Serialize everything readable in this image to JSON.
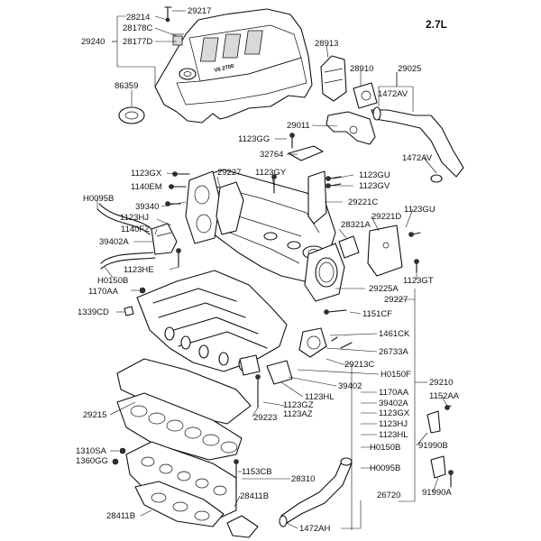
{
  "title": "2.7L",
  "cover_logo": "V6 2700",
  "labels": [
    {
      "id": "29217",
      "text": "29217"
    },
    {
      "id": "28214",
      "text": "28214"
    },
    {
      "id": "28178C",
      "text": "28178C"
    },
    {
      "id": "29240",
      "text": "29240"
    },
    {
      "id": "28177D",
      "text": "28177D"
    },
    {
      "id": "28913",
      "text": "28913"
    },
    {
      "id": "28910",
      "text": "28910"
    },
    {
      "id": "29025",
      "text": "29025"
    },
    {
      "id": "1472AV-top",
      "text": "1472AV"
    },
    {
      "id": "86359",
      "text": "86359"
    },
    {
      "id": "29011",
      "text": "29011"
    },
    {
      "id": "1123GG",
      "text": "1123GG"
    },
    {
      "id": "32764",
      "text": "32764"
    },
    {
      "id": "1472AV-right",
      "text": "1472AV"
    },
    {
      "id": "1123GX-top",
      "text": "1123GX"
    },
    {
      "id": "29227-top",
      "text": "29227"
    },
    {
      "id": "1123GY",
      "text": "1123GY"
    },
    {
      "id": "1123GU-top",
      "text": "1123GU"
    },
    {
      "id": "1123GV",
      "text": "1123GV"
    },
    {
      "id": "1140EM",
      "text": "1140EM"
    },
    {
      "id": "H0095B-left",
      "text": "H0095B"
    },
    {
      "id": "39340",
      "text": "39340"
    },
    {
      "id": "29221C",
      "text": "29221C"
    },
    {
      "id": "1123HJ-left",
      "text": "1123HJ"
    },
    {
      "id": "29221D",
      "text": "29221D"
    },
    {
      "id": "1123GU-right",
      "text": "1123GU"
    },
    {
      "id": "1140FZ",
      "text": "1140FZ"
    },
    {
      "id": "28321A",
      "text": "28321A"
    },
    {
      "id": "39402A-left",
      "text": "39402A"
    },
    {
      "id": "1123HE",
      "text": "1123HE"
    },
    {
      "id": "H0150B-left",
      "text": "H0150B"
    },
    {
      "id": "1123GT",
      "text": "1123GT"
    },
    {
      "id": "1170AA-left",
      "text": "1170AA"
    },
    {
      "id": "29225A",
      "text": "29225A"
    },
    {
      "id": "29227-right",
      "text": "29227"
    },
    {
      "id": "1339CD",
      "text": "1339CD"
    },
    {
      "id": "1151CF",
      "text": "1151CF"
    },
    {
      "id": "1461CK",
      "text": "1461CK"
    },
    {
      "id": "26733A",
      "text": "26733A"
    },
    {
      "id": "29213C",
      "text": "29213C"
    },
    {
      "id": "H0150F",
      "text": "H0150F"
    },
    {
      "id": "29210",
      "text": "29210"
    },
    {
      "id": "39402",
      "text": "39402"
    },
    {
      "id": "1170AA-right",
      "text": "1170AA"
    },
    {
      "id": "1152AA",
      "text": "1152AA"
    },
    {
      "id": "1123HL-mid",
      "text": "1123HL"
    },
    {
      "id": "39402A-right",
      "text": "39402A"
    },
    {
      "id": "1123GZ",
      "text": "1123GZ"
    },
    {
      "id": "1123AZ",
      "text": "1123AZ"
    },
    {
      "id": "1123GX-right",
      "text": "1123GX"
    },
    {
      "id": "29215",
      "text": "29215"
    },
    {
      "id": "29223",
      "text": "29223"
    },
    {
      "id": "1123HJ-right",
      "text": "1123HJ"
    },
    {
      "id": "1123HL-right",
      "text": "1123HL"
    },
    {
      "id": "H0150B-right",
      "text": "H0150B"
    },
    {
      "id": "91990B",
      "text": "91990B"
    },
    {
      "id": "1310SA",
      "text": "1310SA"
    },
    {
      "id": "1360GG",
      "text": "1360GG"
    },
    {
      "id": "H0095B-right",
      "text": "H0095B"
    },
    {
      "id": "1153CB",
      "text": "1153CB"
    },
    {
      "id": "28310",
      "text": "28310"
    },
    {
      "id": "26720",
      "text": "26720"
    },
    {
      "id": "91990A",
      "text": "91990A"
    },
    {
      "id": "28411B-mid",
      "text": "28411B"
    },
    {
      "id": "28411B-left",
      "text": "28411B"
    },
    {
      "id": "1472AH",
      "text": "1472AH"
    }
  ]
}
